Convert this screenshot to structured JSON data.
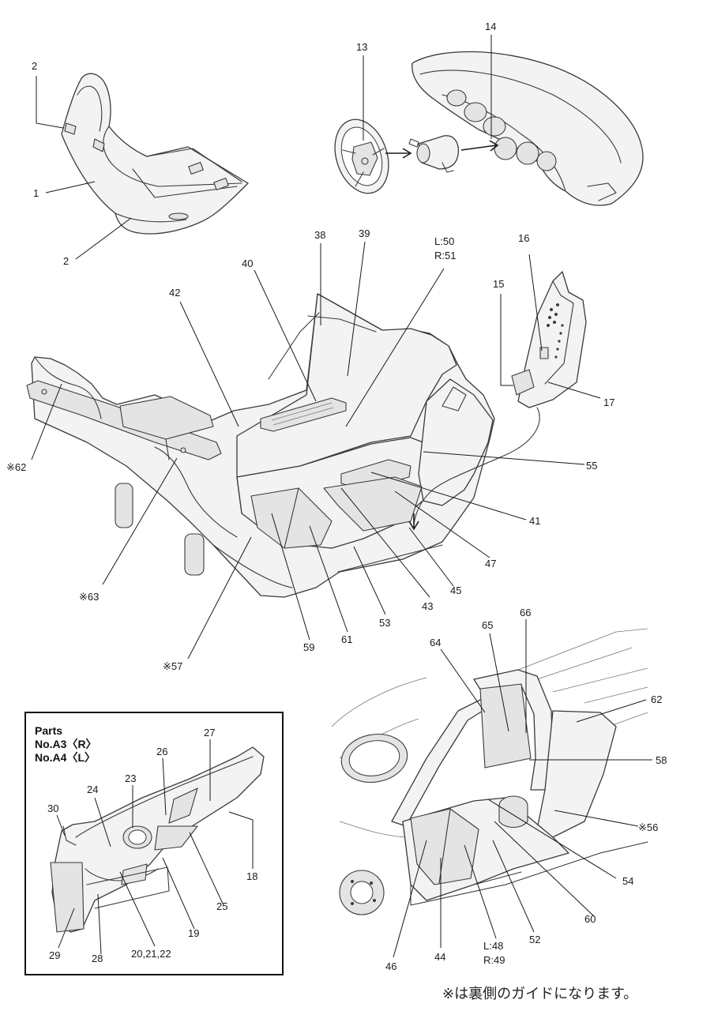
{
  "labels": {
    "l1": "1",
    "l2a": "2",
    "l2b": "2",
    "l13": "13",
    "l14": "14",
    "l15": "15",
    "l16": "16",
    "l17": "17",
    "l38": "38",
    "l39": "39",
    "l40": "40",
    "l42": "42",
    "l50": "L:50",
    "l51": "R:51",
    "l62a": "※62",
    "l63": "※63",
    "l57": "※57",
    "l55": "55",
    "l41": "41",
    "l47": "47",
    "l45": "45",
    "l43": "43",
    "l53": "53",
    "l61": "61",
    "l59": "59",
    "l64": "64",
    "l65": "65",
    "l66": "66",
    "l62b": "62",
    "l58": "58",
    "l56": "※56",
    "l54": "54",
    "l60": "60",
    "l52": "52",
    "l48": "L:48",
    "l49": "R:49",
    "l44": "44",
    "l46": "46",
    "l30": "30",
    "l24": "24",
    "l23": "23",
    "l26": "26",
    "l27": "27",
    "l18": "18",
    "l25": "25",
    "l19": "19",
    "l20": "20,21,22",
    "l28": "28",
    "l29": "29"
  },
  "inset": {
    "title_line1": "Parts",
    "title_line2": "No.A3〈R〉",
    "title_line3": "No.A4〈L〉"
  },
  "footnote": "※は裏側のガイドになります。"
}
